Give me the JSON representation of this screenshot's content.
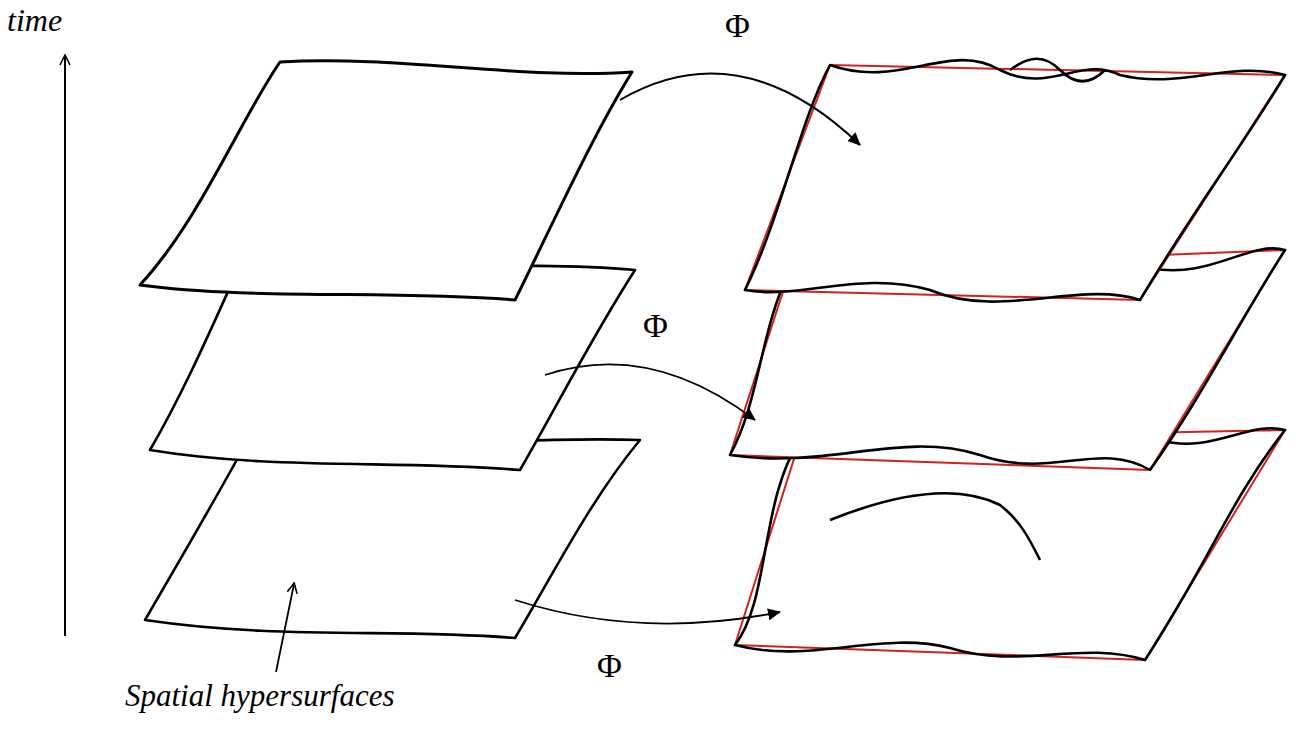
{
  "diagram": {
    "labels": [
      "time",
      "Φ",
      "Φ",
      "Φ",
      "Spatial hypersurfaces"
    ]
  }
}
